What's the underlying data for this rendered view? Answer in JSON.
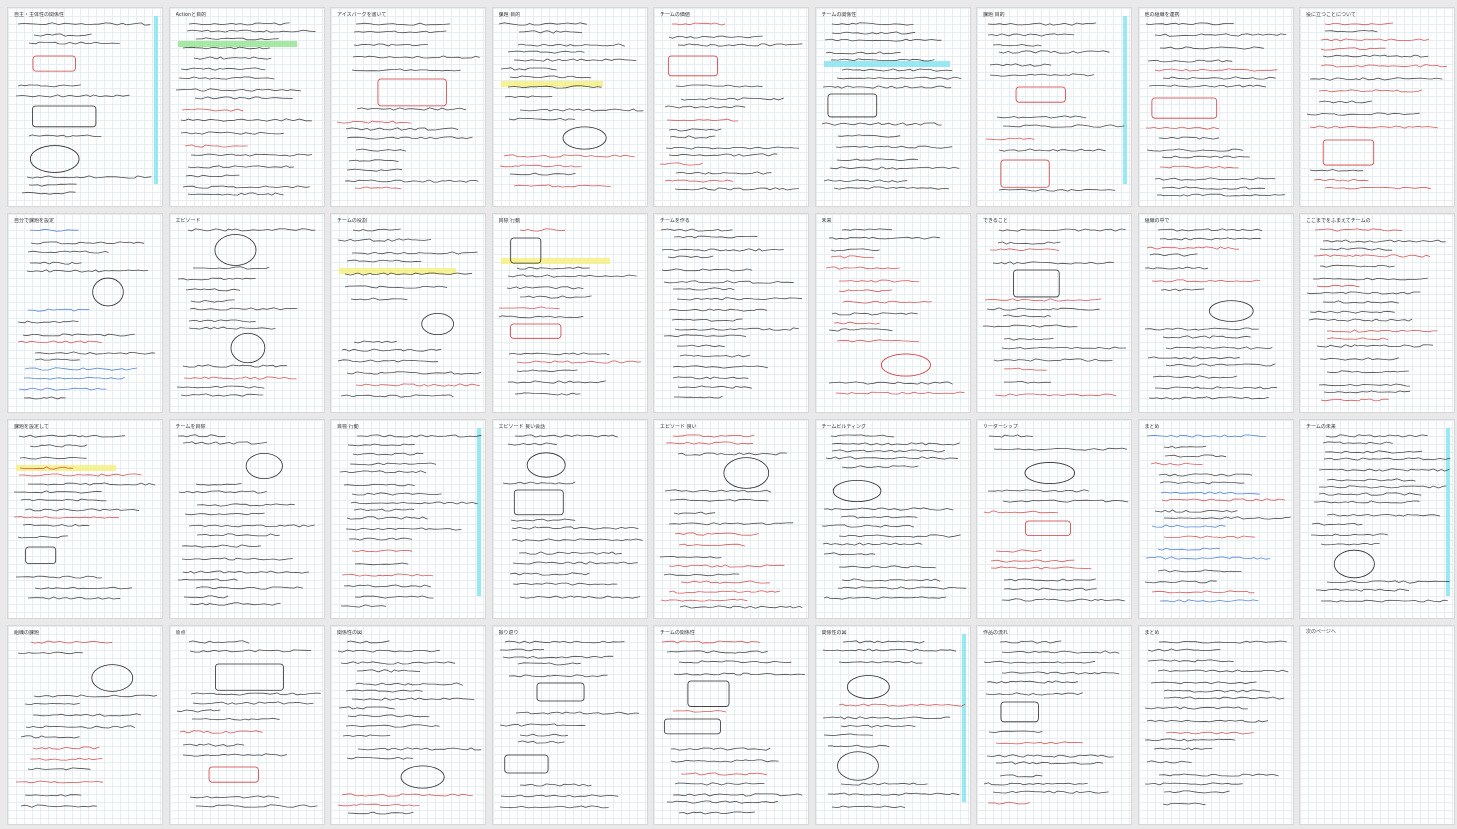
{
  "app": {
    "view": "notebook-page-grid"
  },
  "colors": {
    "background": "#e9e9e9",
    "page": "#ffffff",
    "grid_line": "#e6eef5",
    "ink": "#2b2b2b",
    "red_ink": "#d23a3a",
    "blue_ink": "#3a6fd2",
    "highlight_yellow": "#f5ef7a",
    "highlight_cyan": "#7fe3ef",
    "highlight_green": "#8ee38e"
  },
  "pages": [
    {
      "title": "自主・主体性の関係性",
      "accent": "cyan"
    },
    {
      "title": "Actionと目的",
      "accent": "green"
    },
    {
      "title": "アイスバーグを書いて",
      "accent": "none"
    },
    {
      "title": "課題 目的",
      "accent": "yellow"
    },
    {
      "title": "チームの価値",
      "accent": "red"
    },
    {
      "title": "チームの関係性",
      "accent": "cyan"
    },
    {
      "title": "課題 目的",
      "accent": "cyan"
    },
    {
      "title": "他の組織を連携",
      "accent": "none"
    },
    {
      "title": "役に立つことについて",
      "accent": "red"
    },
    {
      "title": "自分で課題を設定",
      "accent": "blue"
    },
    {
      "title": "エピソード",
      "accent": "none"
    },
    {
      "title": "チームの役割",
      "accent": "yellow"
    },
    {
      "title": "目標 行動",
      "accent": "yellow"
    },
    {
      "title": "チームを作る",
      "accent": "none"
    },
    {
      "title": "未来",
      "accent": "red"
    },
    {
      "title": "できること",
      "accent": "red"
    },
    {
      "title": "組織の中で",
      "accent": "none"
    },
    {
      "title": "ここまでをふまえてチームの",
      "accent": "red"
    },
    {
      "title": "課題を設定して",
      "accent": "yellow"
    },
    {
      "title": "チームを目標",
      "accent": "none"
    },
    {
      "title": "目標 行動",
      "accent": "cyan"
    },
    {
      "title": "エピソード 良い会話",
      "accent": "none"
    },
    {
      "title": "エピソード 良い",
      "accent": "red"
    },
    {
      "title": "チームビルディング",
      "accent": "none"
    },
    {
      "title": "リーダーシップ",
      "accent": "red"
    },
    {
      "title": "まとめ",
      "accent": "blue"
    },
    {
      "title": "チームの未来",
      "accent": "cyan"
    },
    {
      "title": "組織の課題",
      "accent": "red"
    },
    {
      "title": "原点",
      "accent": "none"
    },
    {
      "title": "関係性の図",
      "accent": "none"
    },
    {
      "title": "振り返り",
      "accent": "none"
    },
    {
      "title": "チームの関係性",
      "accent": "none"
    },
    {
      "title": "関係性の図",
      "accent": "cyan"
    },
    {
      "title": "作品の流れ",
      "accent": "none"
    },
    {
      "title": "まとめ",
      "accent": "none"
    }
  ],
  "last_page_note": "次のページへ"
}
